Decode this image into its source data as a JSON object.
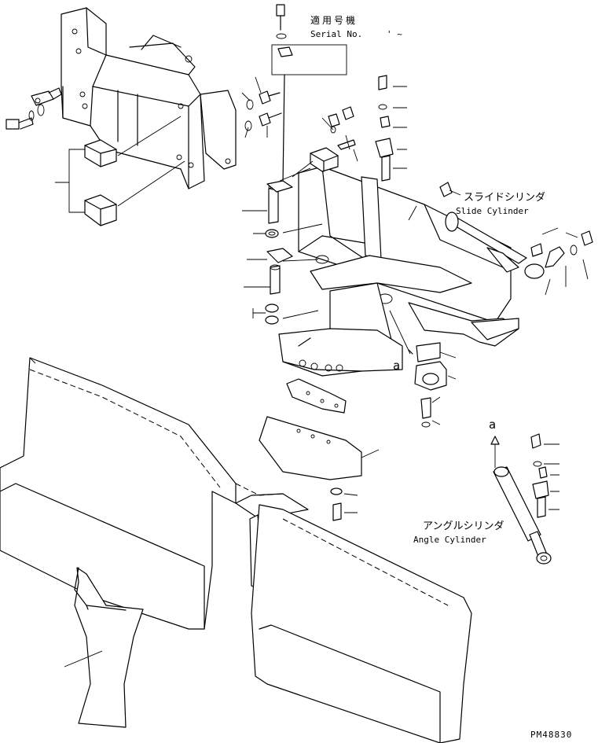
{
  "serial_box": {
    "label_jp": "適用号機",
    "label_en": "Serial No.",
    "range": "' ~"
  },
  "slide_cylinder": {
    "label_jp": "スライドシリンダ",
    "label_en": "Slide Cylinder"
  },
  "angle_cylinder": {
    "label_jp": "アングルシリンダ",
    "label_en": "Angle Cylinder"
  },
  "detail_marker": {
    "callout": "a",
    "reference": "a"
  },
  "drawing_number": "PM48830"
}
